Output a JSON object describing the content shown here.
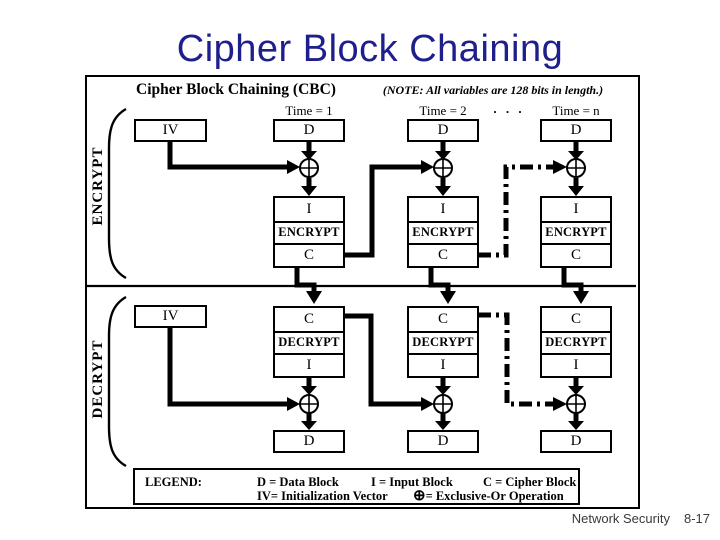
{
  "slide": {
    "title": "Cipher Block Chaining",
    "footer": {
      "course": "Network Security",
      "page": "8-17"
    }
  },
  "colors": {
    "title_text": "#1e1e8c",
    "diagram_ink": "#000000",
    "panel_background": "#ffffff",
    "footer_text": "#3a3a3a"
  },
  "diagram": {
    "heading": "Cipher Block Chaining (CBC)",
    "note": "(NOTE:  All variables are 128 bits in length.)",
    "time_labels": {
      "t1": "Time = 1",
      "t2": "Time = 2",
      "tn": "Time = n",
      "ellipsis": ". . ."
    },
    "encrypt": {
      "section_label": "ENCRYPT",
      "iv": "IV",
      "columns": [
        {
          "input": "D",
          "stack": [
            "I",
            "ENCRYPT",
            "C"
          ]
        },
        {
          "input": "D",
          "stack": [
            "I",
            "ENCRYPT",
            "C"
          ]
        },
        {
          "input": "D",
          "stack": [
            "I",
            "ENCRYPT",
            "C"
          ]
        }
      ]
    },
    "decrypt": {
      "section_label": "DECRYPT",
      "iv": "IV",
      "columns": [
        {
          "stack": [
            "C",
            "DECRYPT",
            "I"
          ],
          "output": "D"
        },
        {
          "stack": [
            "C",
            "DECRYPT",
            "I"
          ],
          "output": "D"
        },
        {
          "stack": [
            "C",
            "DECRYPT",
            "I"
          ],
          "output": "D"
        }
      ]
    },
    "xor_symbol": "⊕",
    "legend": {
      "label": "LEGEND:",
      "entries_row1": [
        "D = Data Block",
        "I = Input Block",
        "C = Cipher Block"
      ],
      "iv_entry": "IV= Initialization Vector",
      "xor_symbol": "⊕",
      "xor_entry": "= Exclusive-Or Operation"
    }
  }
}
